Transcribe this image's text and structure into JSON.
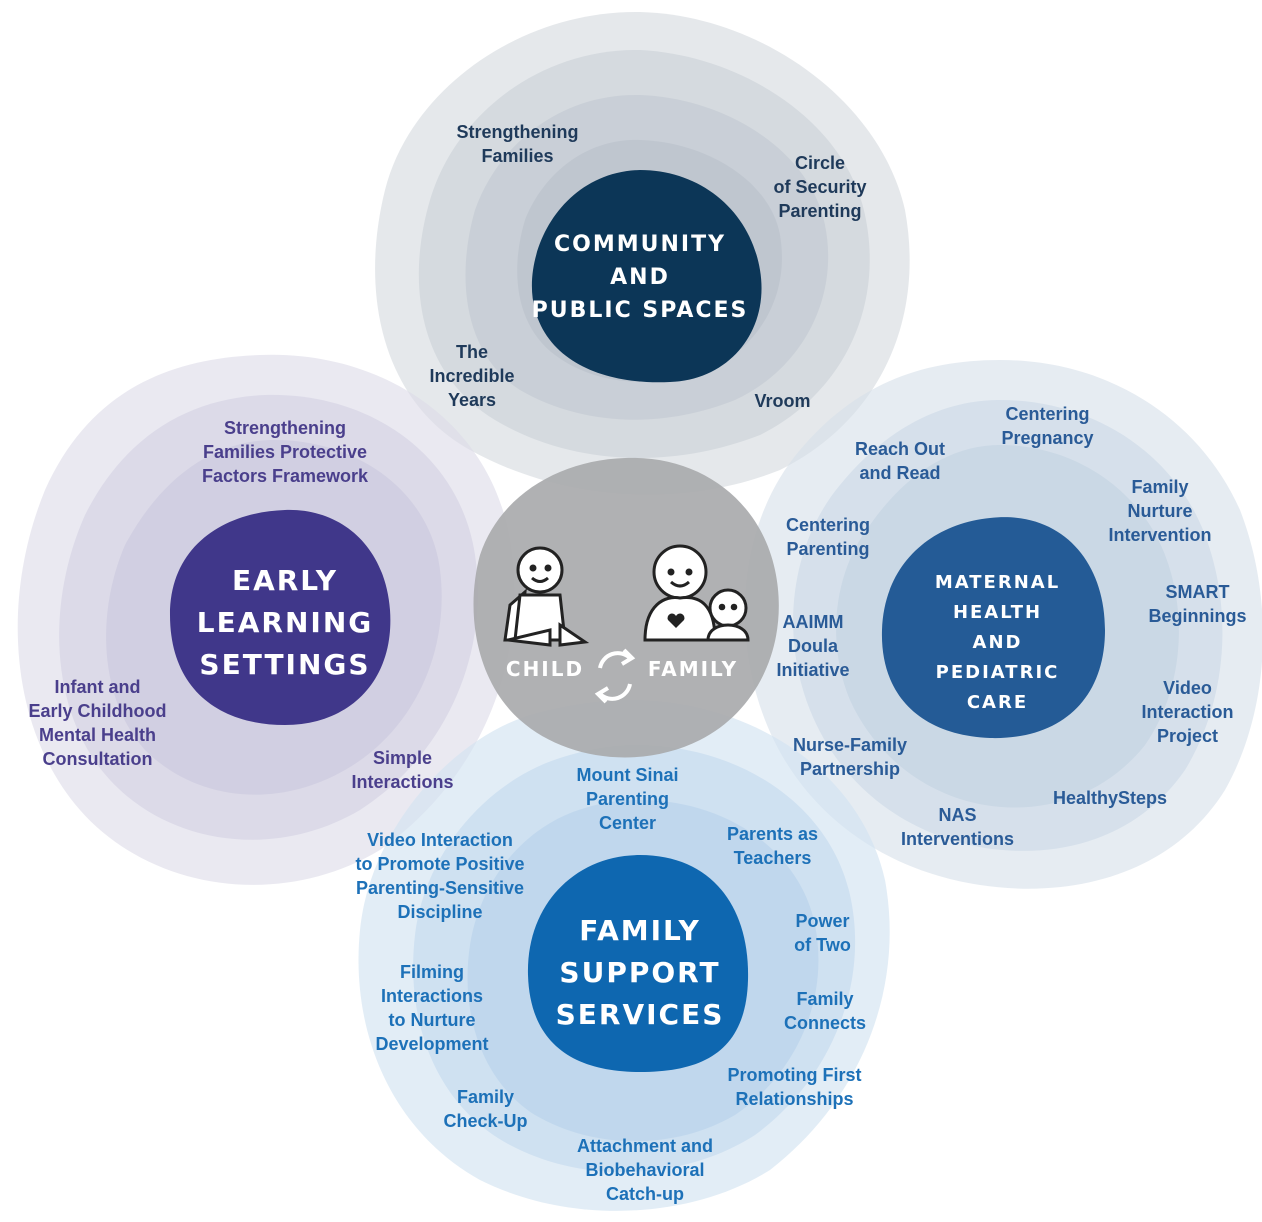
{
  "colors": {
    "community_hub": "#0c3657",
    "early_hub": "#40378a",
    "maternal_hub": "#245b96",
    "family_hub": "#0e67b0",
    "center": "#a9aaac",
    "community_ring": "#d3d8de",
    "early_ring": "#dcdbe8",
    "maternal_ring": "#d5e0ea",
    "family_ring": "#d3e3f1"
  },
  "center": {
    "child_label": "CHILD",
    "family_label": "FAMILY",
    "icons": [
      "child-icon",
      "parent-icon",
      "baby-icon",
      "cycle-arrows-icon"
    ]
  },
  "hubs": {
    "community": "COMMUNITY\nAND\nPUBLIC SPACES",
    "early": "EARLY\nLEARNING\nSETTINGS",
    "maternal": "MATERNAL\nHEALTH\nAND\nPEDIATRIC\nCARE",
    "family": "FAMILY\nSUPPORT\nSERVICES"
  },
  "programs": {
    "community": [
      "Strengthening\nFamilies",
      "Circle\nof Security\nParenting",
      "The\nIncredible\nYears",
      "Vroom"
    ],
    "early": [
      "Strengthening\nFamilies Protective\nFactors Framework",
      "Infant and\nEarly Childhood\nMental Health\nConsultation",
      "Simple\nInteractions"
    ],
    "maternal": [
      "Centering\nPregnancy",
      "Reach Out\nand Read",
      "Family\nNurture\nIntervention",
      "Centering\nParenting",
      "SMART\nBeginnings",
      "AAIMM\nDoula\nInitiative",
      "Video\nInteraction\nProject",
      "Nurse-Family\nPartnership",
      "HealthySteps",
      "NAS\nInterventions"
    ],
    "family": [
      "Mount Sinai\nParenting\nCenter",
      "Parents as\nTeachers",
      "Video Interaction\nto Promote Positive\nParenting-Sensitive\nDiscipline",
      "Power\nof Two",
      "Filming\nInteractions\nto Nurture\nDevelopment",
      "Family\nConnects",
      "Promoting First\nRelationships",
      "Family\nCheck-Up",
      "Attachment and\nBiobehavioral\nCatch-up"
    ]
  }
}
